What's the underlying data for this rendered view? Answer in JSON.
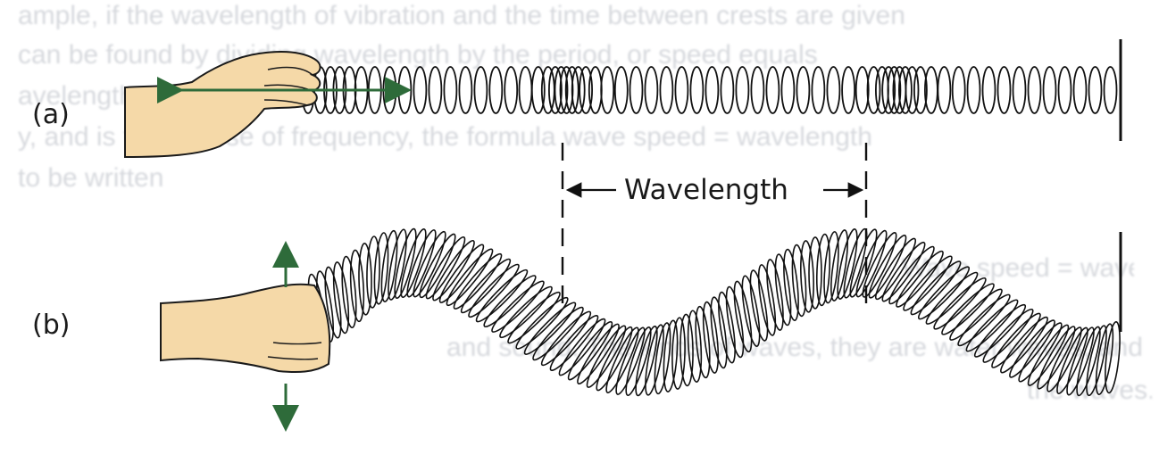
{
  "background_text": [
    "ample, if the wavelength of vibration and the time between crests are given",
    "can be found by dividing wavelength by the period, or speed equals",
    "avelength",
    "y, and is the inverse of frequency, the formula wave speed = wavelength",
    "to be written",
    "Wave speed = wavelength x frequency",
    "and sound. The kinds of waves, they are water waves, and",
    "the waves."
  ],
  "labels": {
    "part_a": "(a)",
    "part_b": "(b)",
    "wavelength": "Wavelength"
  },
  "colors": {
    "skin": "#f5d9a8",
    "arrow": "#2e6b3a",
    "coil": "#111111"
  },
  "icons": {
    "hand_a": "hand-icon",
    "hand_b": "hand-icon",
    "arrow_a": "double-horizontal-arrow-icon",
    "arrow_b": "double-vertical-arrow-icon",
    "wall": "wall-hatch-icon"
  }
}
